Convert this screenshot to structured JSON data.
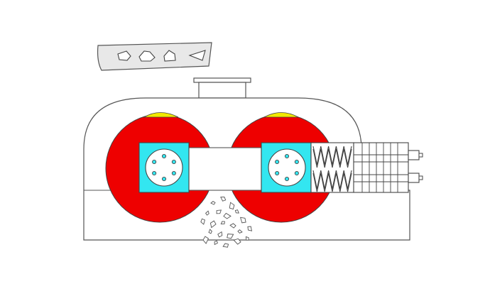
{
  "colors": {
    "background": "#ffffff",
    "outline": "#555555",
    "housing_fill": "#ffffff",
    "hopper_fill": "#e8e8e8",
    "roller": "#ee0000",
    "material_top": "#f2e800",
    "bearing_block": "#33e6f0",
    "spring_box": "#ffffff"
  },
  "icons": {
    "feed_shapes": [
      "pentagon-icon",
      "irregular-hexagon-icon",
      "house-shape-icon",
      "triangle-icon"
    ],
    "discharge": "crushed-particles"
  },
  "diagram": {
    "type": "double-roll-crusher-schematic",
    "rollers": 2,
    "bolts_per_bearing": 6,
    "spring_coils": 5,
    "adjustment_bolts": 2
  }
}
